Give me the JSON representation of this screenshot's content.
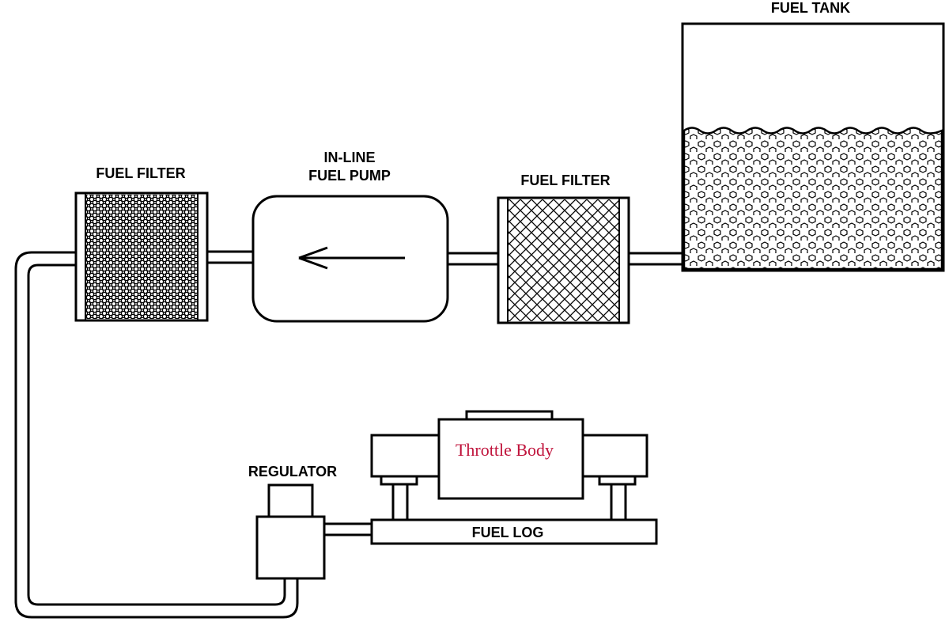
{
  "labels": {
    "fuel_tank": "FUEL TANK",
    "fuel_filter_left": "FUEL FILTER",
    "fuel_filter_right": "FUEL FILTER",
    "pump_line1": "IN-LINE",
    "pump_line2": "FUEL PUMP",
    "regulator": "REGULATOR",
    "fuel_log": "FUEL LOG",
    "throttle_body": "Throttle Body"
  },
  "colors": {
    "stroke": "#000000",
    "throttle_text": "#c0143c",
    "background": "#ffffff"
  }
}
